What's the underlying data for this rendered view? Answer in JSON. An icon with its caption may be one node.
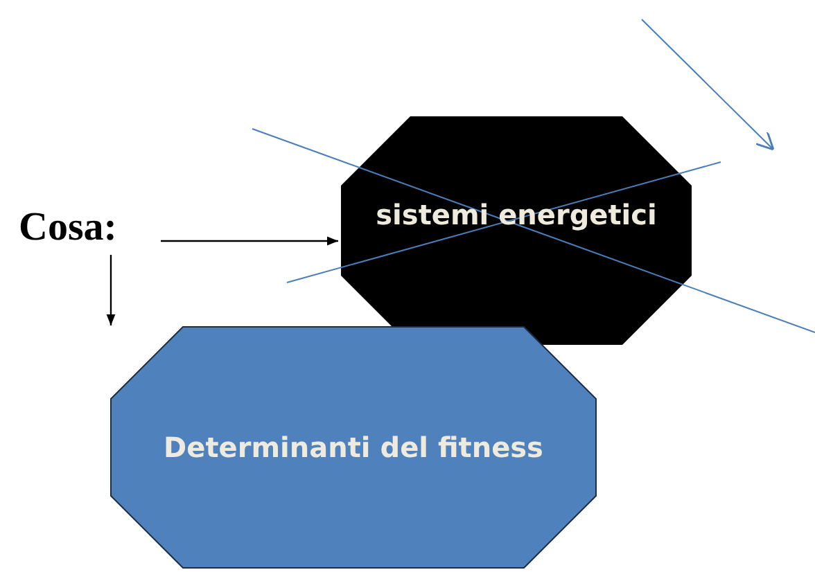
{
  "diagram": {
    "nodes": [
      {
        "text": [
          "Cosa:"
        ]
      },
      {
        "text": [
          "sistemi energetici"
        ]
      },
      {
        "text": [
          "Determinanti del fitness"
        ]
      }
    ],
    "edges": [
      {
        "from": 0,
        "to": 1,
        "arrow": "to"
      },
      {
        "from": 0,
        "to": 2,
        "arrow": "to"
      }
    ]
  }
}
